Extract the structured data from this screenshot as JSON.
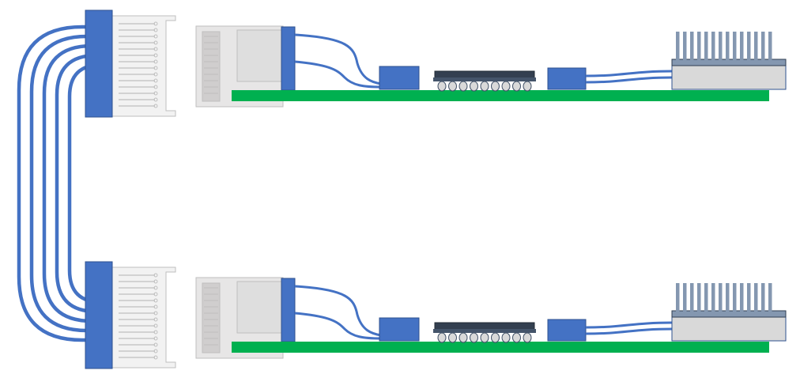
{
  "colors": {
    "background": "#ffffff",
    "cable": "#4472c4",
    "connector_block": "#4472c4",
    "connector_edge": "#2f528f",
    "pcb": "#00b050",
    "cage_fill": "#f2f2f2",
    "cage_stroke": "#bfbfbf",
    "module_fill": "#e7e6e6",
    "chip_body": "#44546a",
    "chip_top": "#333f50",
    "solder_ball": "#d9d9d9",
    "heatsink": "#8497b0",
    "heatsink_base": "#d9d9d9"
  },
  "diagram": {
    "assemblies": [
      {
        "name": "upper",
        "components": [
          "cage-connector",
          "pluggable-module",
          "cable-connector",
          "bga-chip",
          "cable-connector",
          "heatsink-module"
        ]
      },
      {
        "name": "lower",
        "components": [
          "cage-connector",
          "pluggable-module",
          "cable-connector",
          "bga-chip",
          "cable-connector",
          "heatsink-module"
        ]
      }
    ],
    "loopback_cable_count": 5,
    "solder_ball_count": 9,
    "heatsink_fin_count": 14
  }
}
